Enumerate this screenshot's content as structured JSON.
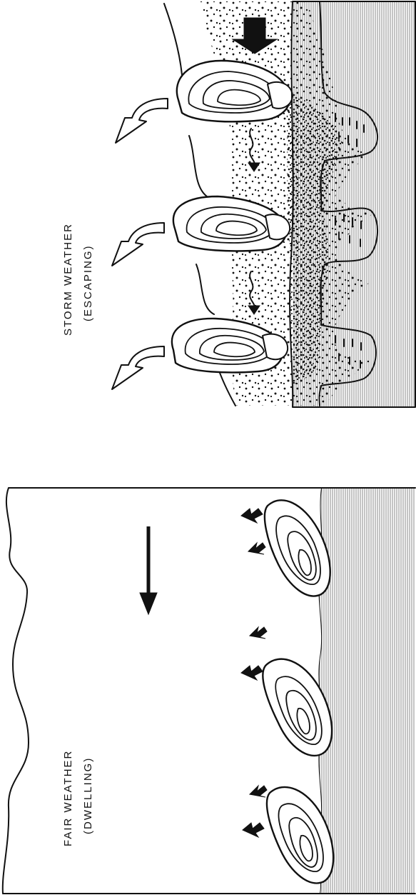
{
  "panels": {
    "storm": {
      "title_line1": "STORM WEATHER",
      "title_line2": "(ESCAPING)"
    },
    "fair": {
      "title_line1": "FAIR WEATHER",
      "title_line2": "(DWELLING)"
    }
  }
}
